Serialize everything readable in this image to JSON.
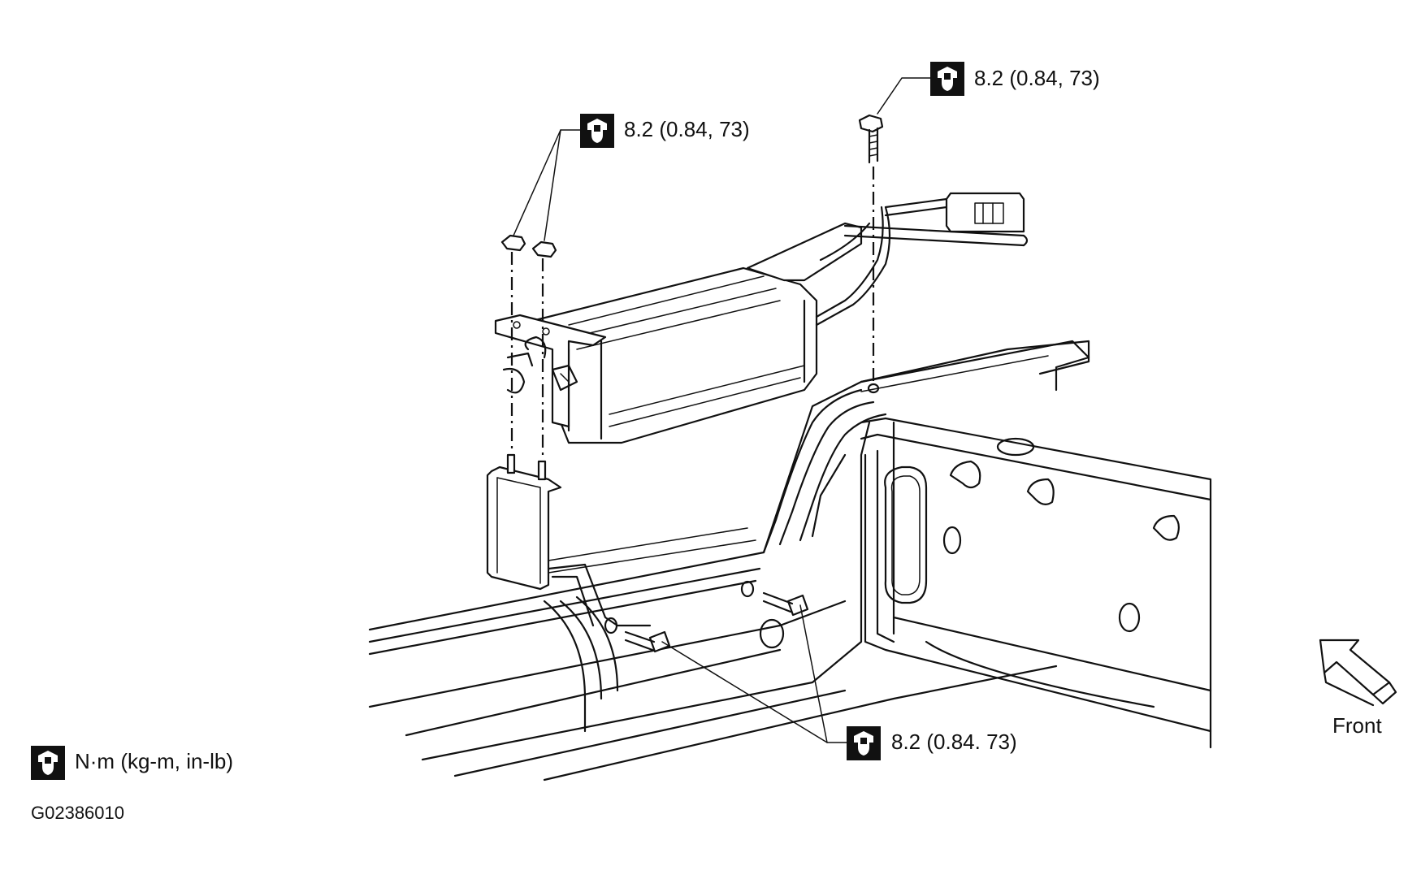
{
  "callouts": {
    "top_left": "8.2 (0.84, 73)",
    "top_right": "8.2 (0.84, 73)",
    "bottom": "8.2 (0.84. 73)"
  },
  "legend": {
    "unit_text": "N·m (kg-m, in-lb)",
    "icon": "torque-wrench-icon"
  },
  "direction": {
    "label": "Front",
    "icon": "front-arrow-icon"
  },
  "figure_id": "G02386010"
}
